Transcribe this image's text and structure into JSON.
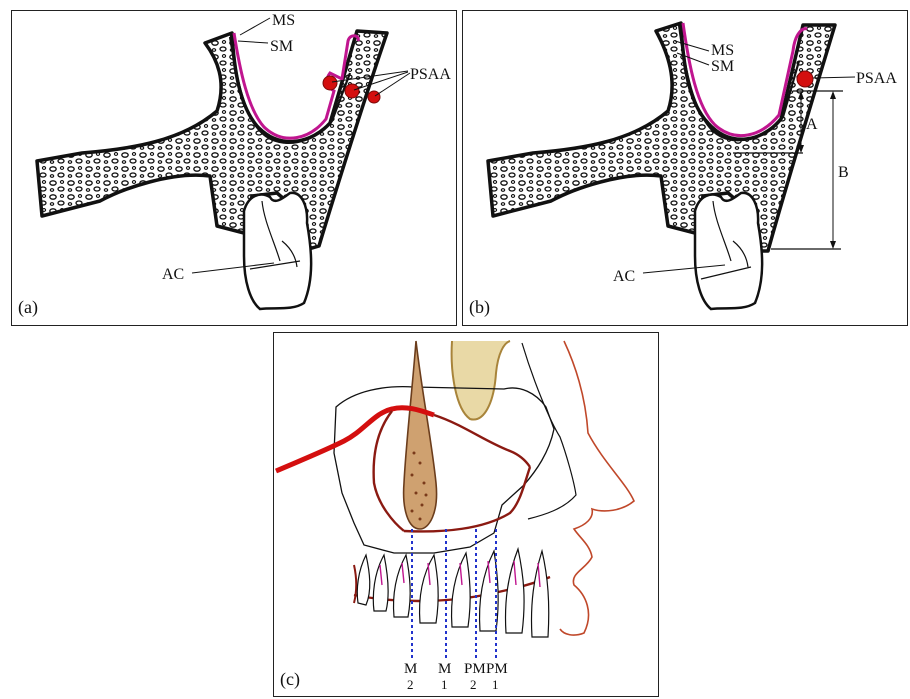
{
  "panels": {
    "a": {
      "letter": "(a)",
      "labels": {
        "ms": "MS",
        "sm": "SM",
        "psaa": "PSAA",
        "ac": "AC"
      }
    },
    "b": {
      "letter": "(b)",
      "labels": {
        "ms": "MS",
        "sm": "SM",
        "psaa": "PSAA",
        "ac": "AC",
        "dist_a": "A",
        "dist_b": "B"
      }
    },
    "c": {
      "letter": "(c)",
      "tooth_labels": [
        {
          "top": "M",
          "bottom": "2"
        },
        {
          "top": "M",
          "bottom": "1"
        },
        {
          "top": "PM",
          "bottom": "2"
        },
        {
          "top": "PM",
          "bottom": "1"
        }
      ]
    }
  },
  "colors": {
    "bone_outline": "#111111",
    "sinus_membrane": "#c0158f",
    "artery": "#d40f0f",
    "artery_dark": "#8b1a12",
    "face_outline": "#c0482a",
    "bone_fill": "#e9d9a6",
    "guide_line": "#2233cc"
  }
}
